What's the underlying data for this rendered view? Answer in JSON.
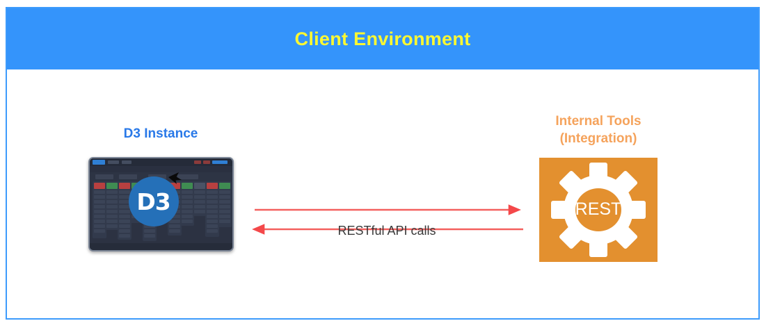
{
  "diagram": {
    "header": {
      "title": "Client Environment",
      "background_color": "#3494fb",
      "title_color": "#fcf832"
    },
    "frame": {
      "border_color": "#3d9bfc",
      "background_color": "#ffffff"
    },
    "nodes": [
      {
        "id": "d3-instance",
        "label": "D3 Instance",
        "label_color": "#2979e8",
        "icon": "d3-dashboard-screenshot",
        "logo_text": "D3",
        "logo_color": "#2570b8"
      },
      {
        "id": "internal-tools",
        "label_line1": "Internal Tools",
        "label_line2": "(Integration)",
        "label_color": "#f5a35c",
        "icon": "rest-gear-icon",
        "icon_text": "REST",
        "box_color": "#e3902f"
      }
    ],
    "connector": {
      "label": "RESTful API calls",
      "label_color": "#3a3a3a",
      "line_color": "#f4605e",
      "arrow_top_direction": "right",
      "arrow_bottom_direction": "left"
    }
  }
}
